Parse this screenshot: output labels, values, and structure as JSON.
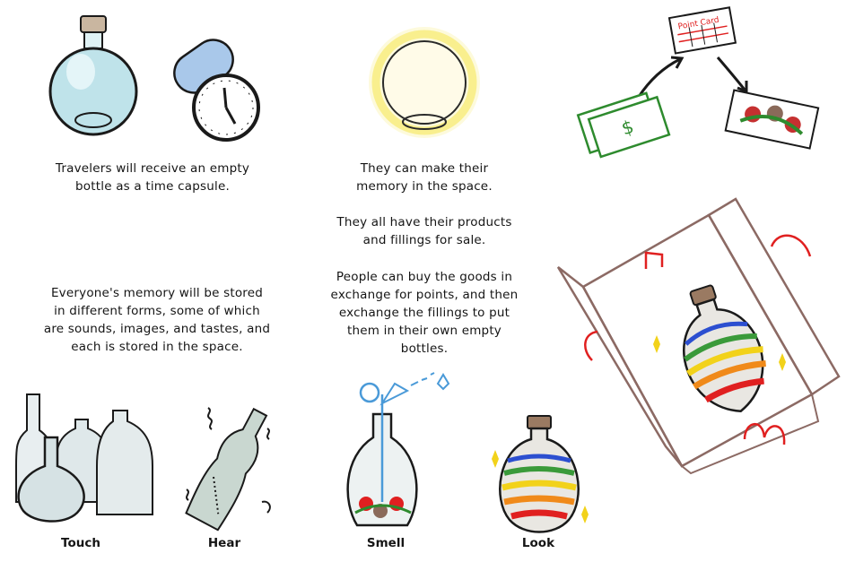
{
  "texts": {
    "capsule": "Travelers will receive an empty\nbottle as a time capsule.",
    "memory_space": "They can make their\nmemory in the space.",
    "products": "They all have their products\nand fillings for sale.",
    "buy_goods": "People can buy the goods in\nexchange for points, and then\nexchange the fillings to put\nthem in their own empty\nbottles.",
    "forms": "Everyone's memory will be stored\nin different forms, some of which\nare sounds, images, and tastes, and\neach is stored in the space."
  },
  "labels": {
    "touch": "Touch",
    "hear": "Hear",
    "smell": "Smell",
    "look": "Look"
  },
  "sign_text": "Point Card",
  "colors": {
    "ink": "#1a1a1a",
    "glass_blue": "#bfe3ea",
    "glow_yellow": "#f7ec7a",
    "money_green": "#2e8b2e",
    "box_brown": "#8c6a64",
    "accent_red": "#e02020"
  }
}
